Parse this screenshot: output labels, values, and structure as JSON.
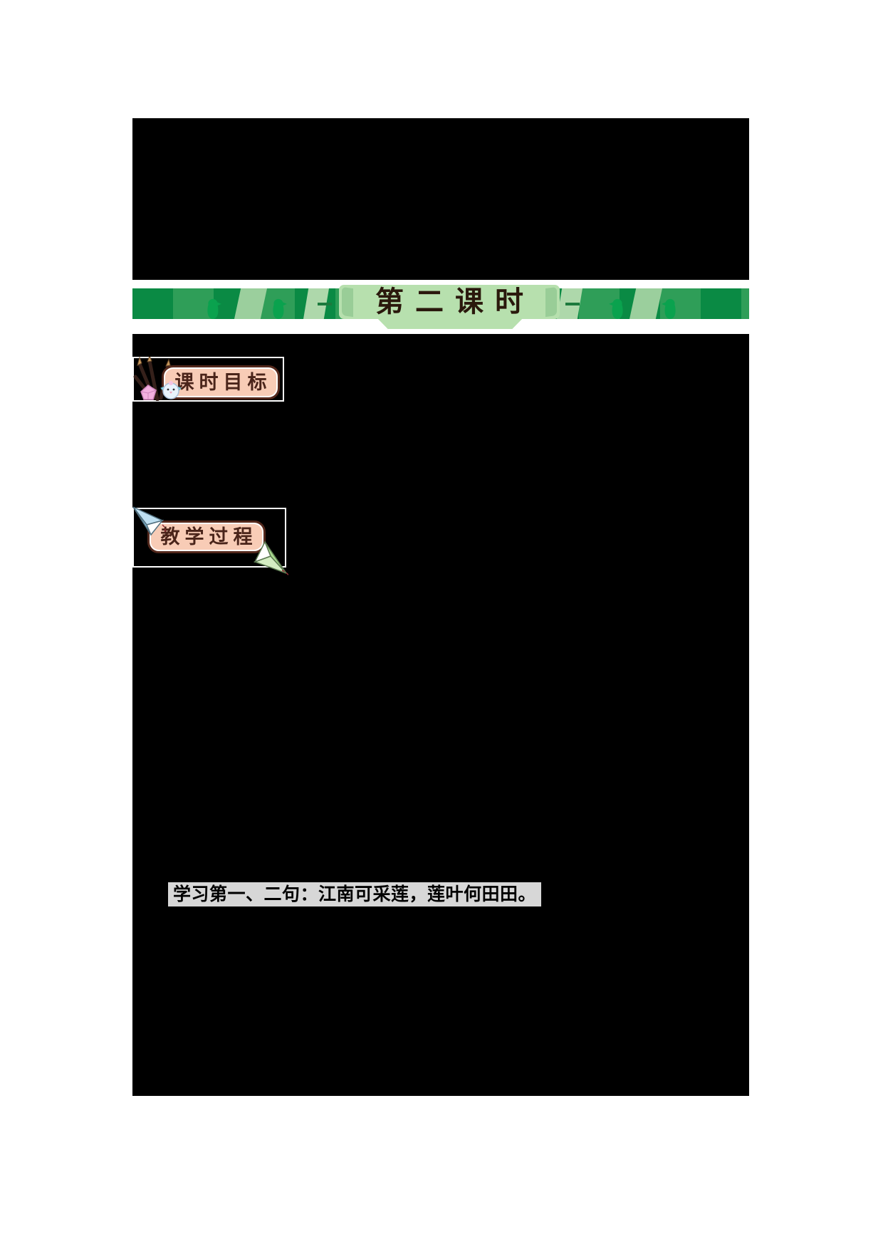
{
  "banner": {
    "title": "第二课时"
  },
  "badges": {
    "objectives": {
      "label": "课时目标"
    },
    "process": {
      "label": "教学过程"
    }
  },
  "highlight": {
    "text": "学习第一、二句：江南可采莲，莲叶何田田。"
  },
  "icons": {
    "penguin": "penguin-icon",
    "brushes": "brushes-icon",
    "gem": "pink-gem-icon",
    "chick": "chick-icon",
    "plane_blue": "paper-plane-blue-icon",
    "plane_green": "paper-plane-green-icon"
  },
  "colors": {
    "redaction_block": "#000000",
    "strip_dark_green": "#0a8a44",
    "strip_mid_green": "#2f9e58",
    "strip_light_green": "#9bcf9d",
    "penguin_green": "#0aa24e",
    "plaque_green": "#b7e0ae",
    "banner_text": "#2a180c",
    "pill_fill": "#f8ccb6",
    "pill_border": "#53281c",
    "highlight_bg": "#d7d7d7",
    "highlight_text": "#000000"
  }
}
